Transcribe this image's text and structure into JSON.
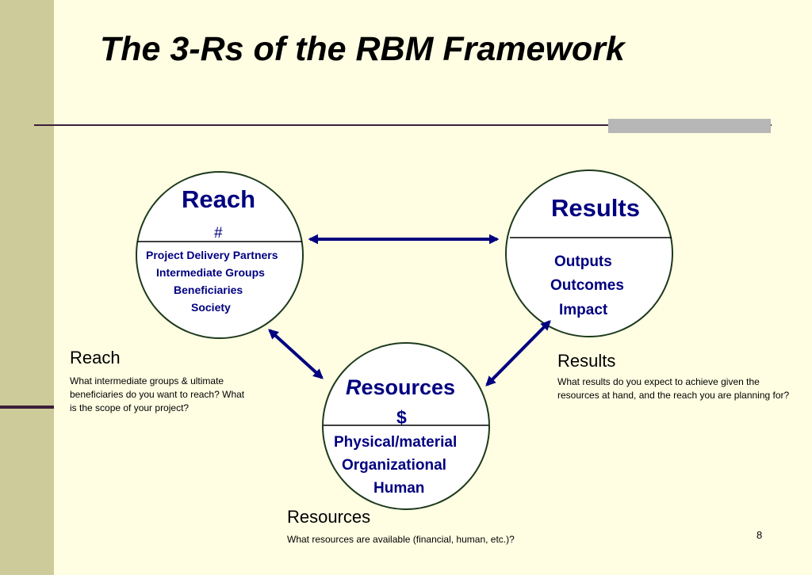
{
  "title": "The 3-Rs of the RBM Framework",
  "colors": {
    "background": "#fffee3",
    "sidebar": "#cdcb9a",
    "rule": "#3c1f3a",
    "accent_navy": "#000080",
    "circle_outline": "#1d3a1d"
  },
  "reach_circle": {
    "title": "Reach",
    "symbol": "#",
    "items": [
      "Project Delivery Partners",
      "Intermediate Groups",
      "Beneficiaries",
      "Society"
    ]
  },
  "results_circle": {
    "title": "Results",
    "items": [
      "Outputs",
      "Outcomes",
      "Impact"
    ]
  },
  "resources_circle": {
    "title_initial": "R",
    "title_rest": "esources",
    "symbol": "$",
    "items": [
      "Physical/material",
      "Organizational",
      "Human"
    ]
  },
  "reach_note": {
    "heading": "Reach",
    "text": "What intermediate groups & ultimate beneficiaries do you want to reach?  What is the scope of your project?"
  },
  "results_note": {
    "heading": "Results",
    "text": "What results do you expect to achieve given the resources at hand, and the reach you are planning for?"
  },
  "resources_note": {
    "heading": "Resources",
    "text": "What resources are available (financial, human, etc.)?"
  },
  "page_number": "8"
}
